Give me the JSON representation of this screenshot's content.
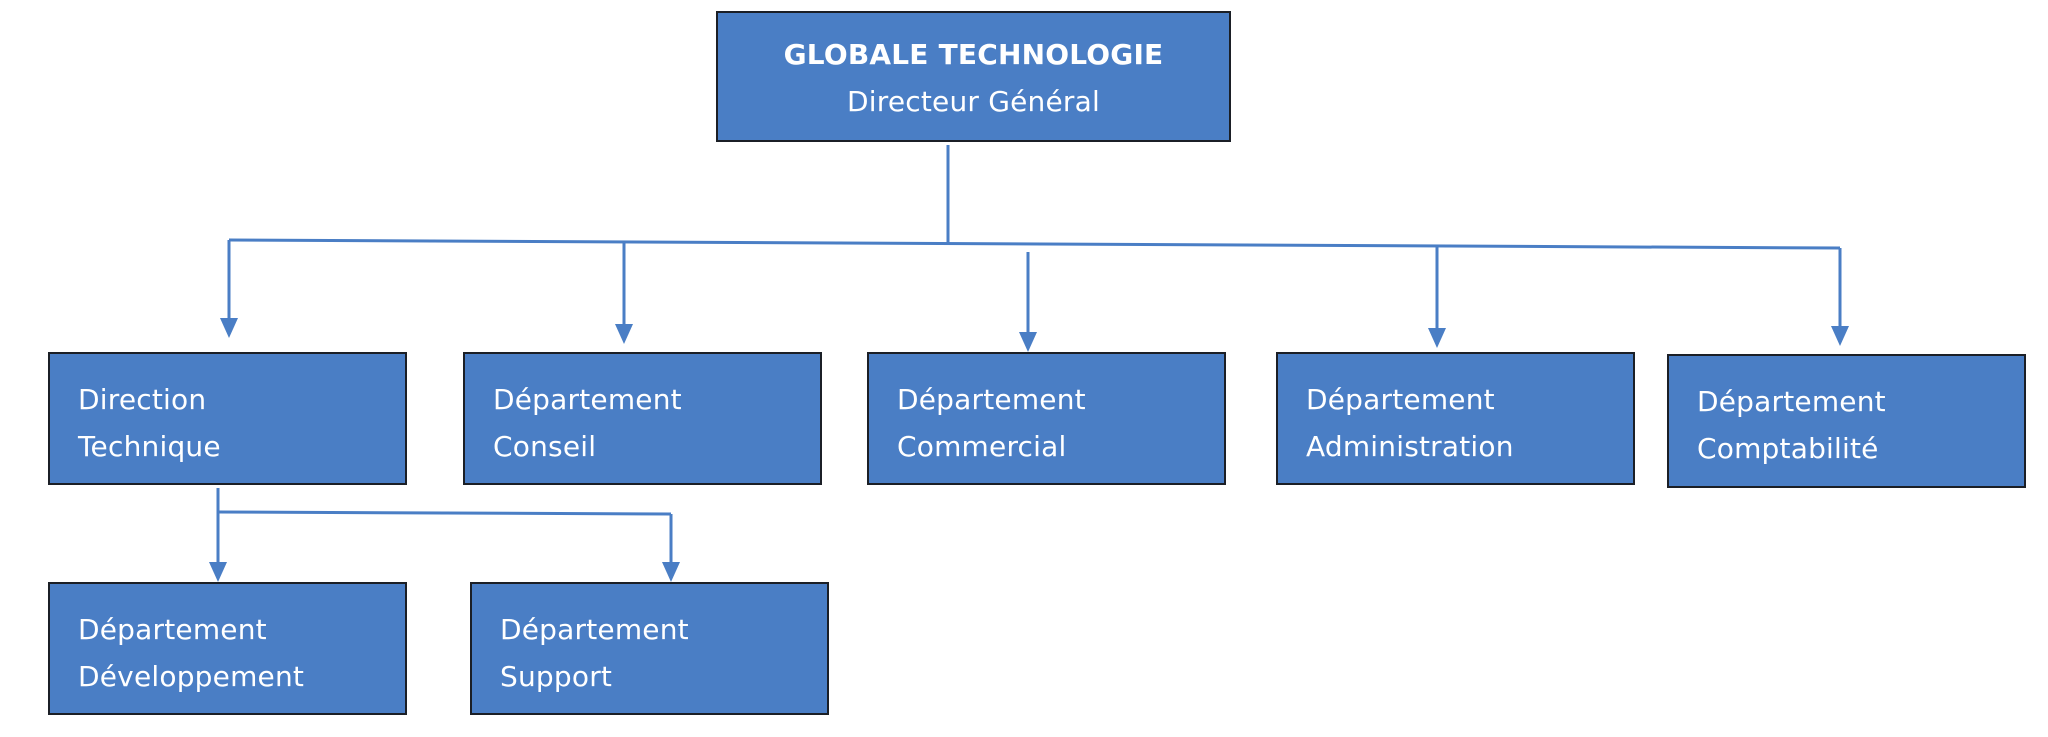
{
  "colors": {
    "box_fill": "#4a7ec5",
    "box_border": "#1b1f26",
    "connector": "#4a7ec5",
    "text": "#ffffff"
  },
  "root": {
    "title": "GLOBALE TECHNOLOGIE",
    "subtitle": "Directeur Général"
  },
  "level1": [
    {
      "line1": "Direction",
      "line2": "Technique"
    },
    {
      "line1": "Département",
      "line2": "Conseil"
    },
    {
      "line1": "Département",
      "line2": "Commercial"
    },
    {
      "line1": "Département",
      "line2": "Administration"
    },
    {
      "line1": "Département",
      "line2": "Comptabilité"
    }
  ],
  "level2": [
    {
      "line1": "Département",
      "line2": "Développement"
    },
    {
      "line1": "Département",
      "line2": "Support"
    }
  ]
}
